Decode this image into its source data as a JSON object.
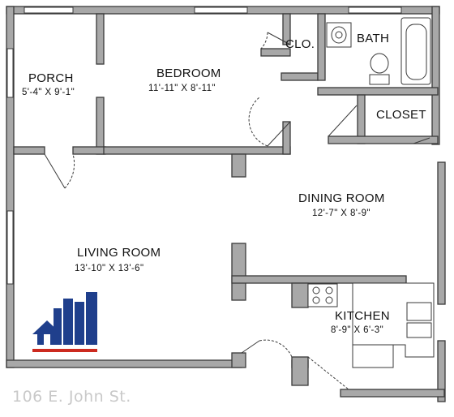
{
  "rooms": {
    "porch": {
      "name": "PORCH",
      "dims": "5'-4\" X 9'-1\""
    },
    "bedroom": {
      "name": "BEDROOM",
      "dims": "11'-11\" X 8'-11\""
    },
    "closet_small": {
      "name": "CLO."
    },
    "bath": {
      "name": "BATH"
    },
    "closet": {
      "name": "CLOSET"
    },
    "dining": {
      "name": "DINING ROOM",
      "dims": "12'-7\" X 8'-9\""
    },
    "living": {
      "name": "LIVING ROOM",
      "dims": "13'-10\" X 13'-6\""
    },
    "kitchen": {
      "name": "KITCHEN",
      "dims": "8'-9\" X 6'-3\""
    }
  },
  "address": "106 E. John St.",
  "colors": {
    "wall": "#a8a8a8",
    "wall_edge": "#3a3a3a",
    "logo_blue": "#1f3f8c",
    "logo_red": "#cc2a1f",
    "address_text": "#c9c9c9"
  }
}
